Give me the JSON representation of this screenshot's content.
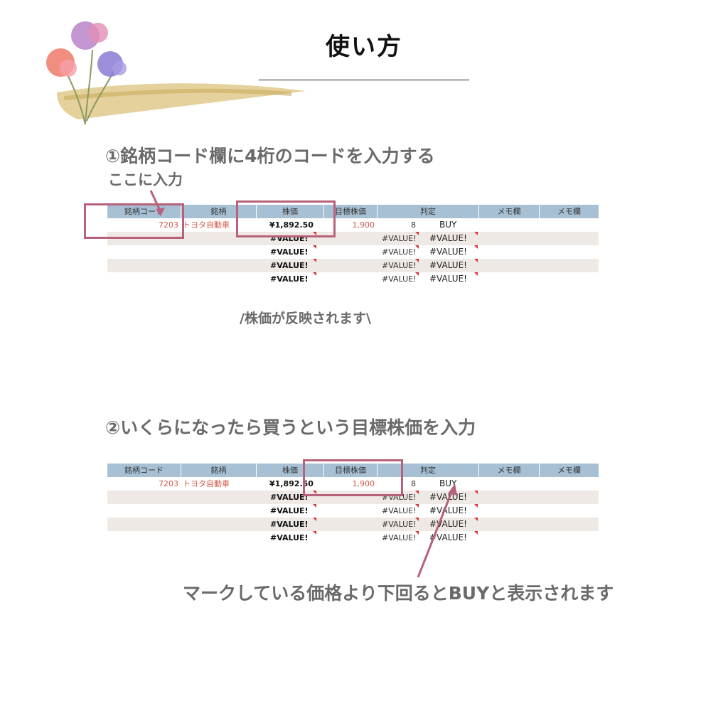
{
  "title": "使い方",
  "step1": {
    "heading": "①銘柄コード欄に4桁のコードを入力する",
    "pointer_label": "ここに入力",
    "note": "/株価が反映されます\\"
  },
  "step2": {
    "heading": "②いくらになったら買うという目標株価を入力",
    "note": "マークしている価格より下回るとBUYと表示されます"
  },
  "sheet": {
    "headers": [
      "銘柄コード",
      "銘柄",
      "株価",
      "目標株価",
      "判定",
      "メモ欄",
      "メモ欄"
    ],
    "row1": {
      "code": "7203",
      "name": "トヨタ自動車",
      "price": "¥1,892.50",
      "target": "1,900",
      "count": "8",
      "judge": "BUY"
    },
    "error_value": "#VALUE!"
  },
  "colors": {
    "header_bg": "#a7c0d4",
    "shade_bg": "#efe9e6",
    "highlight": "#b8617a",
    "code_red": "#d05a4a"
  }
}
